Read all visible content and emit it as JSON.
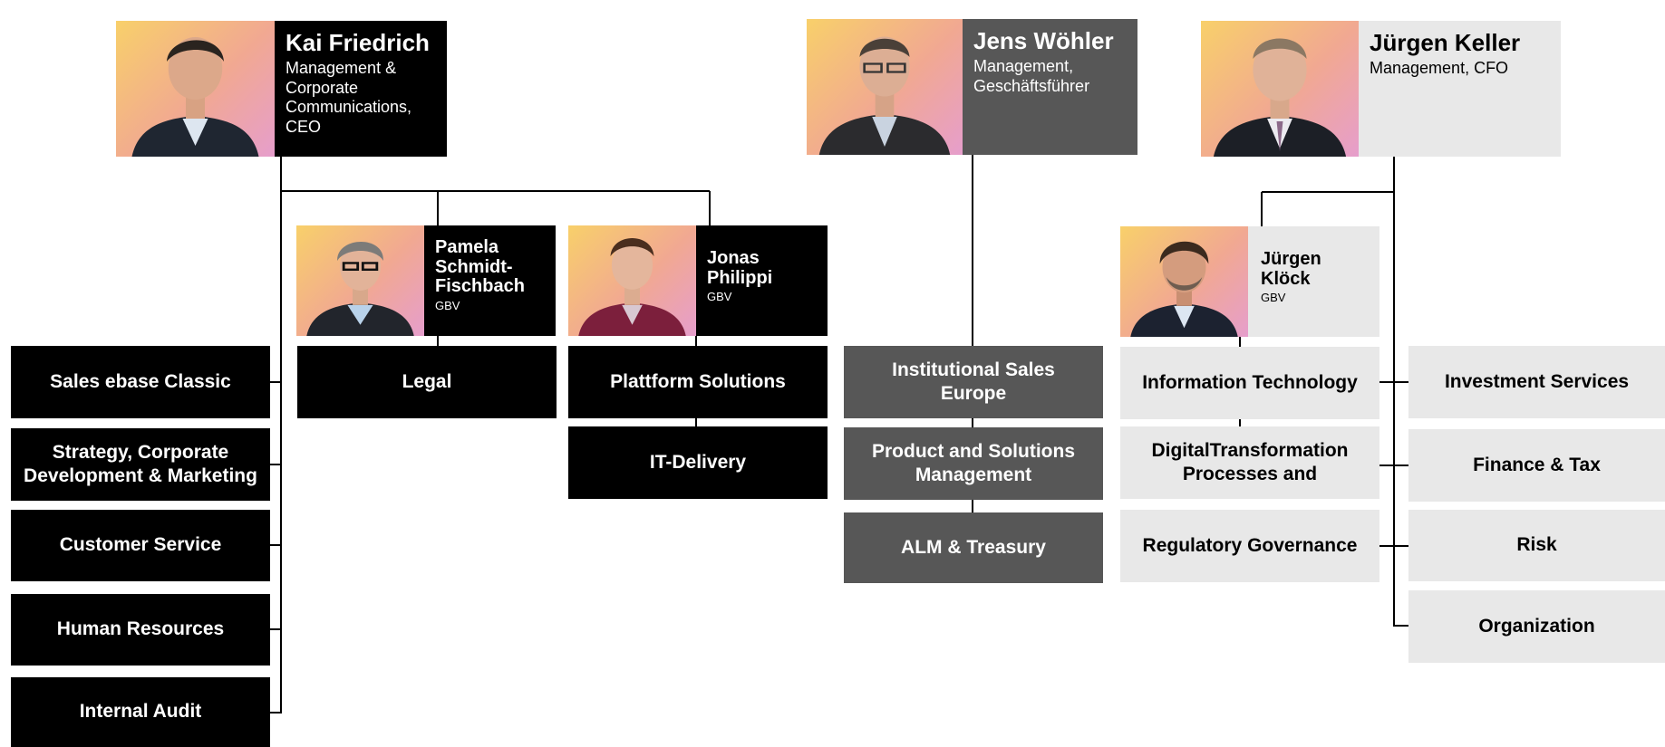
{
  "people": {
    "kai": {
      "name": "Kai Friedrich",
      "role": "Management & Corporate Communications, CEO"
    },
    "jens": {
      "name": "Jens Wöhler",
      "role": "Management, Geschäftsführer"
    },
    "juergen_keller": {
      "name": "Jürgen Keller",
      "role": "Management, CFO"
    },
    "pamela": {
      "name": "Pamela Schmidt-Fischbach",
      "role": "GBV"
    },
    "jonas": {
      "name": "Jonas Philippi",
      "role": "GBV"
    },
    "juergen_kloeck": {
      "name": "Jürgen Klöck",
      "role": "GBV"
    }
  },
  "units": {
    "kai": [
      "Sales ebase Classic",
      "Strategy, Corporate Development & Marketing",
      "Customer Service",
      "Human Resources",
      "Internal Audit"
    ],
    "pamela": [
      "Legal"
    ],
    "jonas": [
      "Plattform Solutions",
      "IT-Delivery"
    ],
    "jens": [
      "Institutional Sales Europe",
      "Product and Solutions Management",
      "ALM & Treasury"
    ],
    "juergen_kloeck": [
      "Information Technology",
      "DigitalTransformation Processes and",
      "Regulatory Governance"
    ],
    "juergen_keller": [
      "Investment Services",
      "Finance & Tax",
      "Risk",
      "Organization"
    ]
  },
  "colors": {
    "black": "#000000",
    "dark_gray": "#575757",
    "light_gray": "#e8e8e8",
    "photo_gradient": [
      "#f8d06a",
      "#f1a892",
      "#e69ecc"
    ]
  }
}
